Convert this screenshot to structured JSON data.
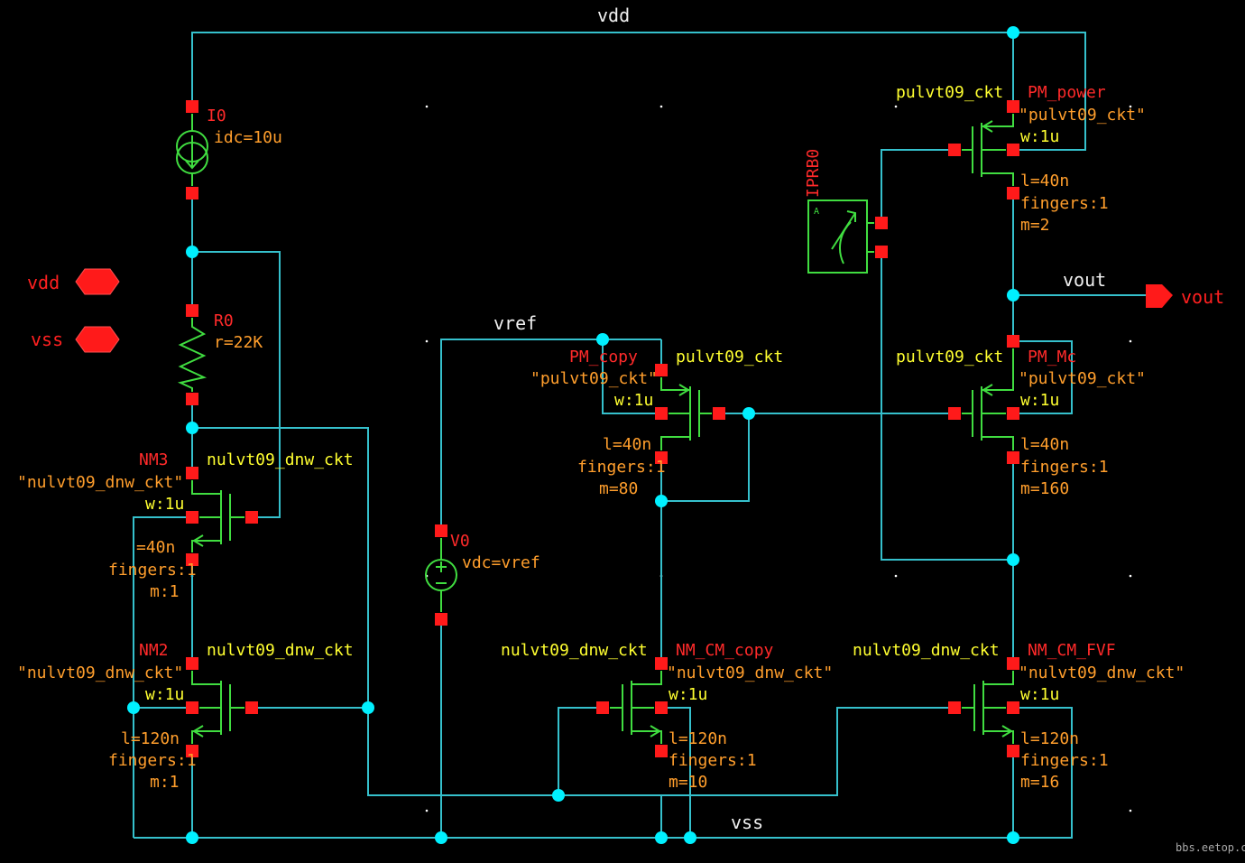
{
  "colors": {
    "background": "#000000",
    "wire": "#35c0cc",
    "symbol": "#40dd40",
    "pin": "#ff1a1a",
    "instance_name": "#ff2a2a",
    "parameter": "#ff9e2c",
    "cell_name": "#ffff30",
    "net_label": "#f0f0f0"
  },
  "nets": {
    "vdd": "vdd",
    "vss": "vss",
    "vref": "vref",
    "vout": "vout"
  },
  "pins": {
    "vdd": "vdd",
    "vss": "vss",
    "vout": "vout"
  },
  "I0": {
    "name": "I0",
    "param": "idc=10u"
  },
  "R0": {
    "name": "R0",
    "param": "r=22K"
  },
  "V0": {
    "name": "V0",
    "param": "vdc=vref"
  },
  "IPRB0": {
    "name": "IPRB0",
    "arrow": "A"
  },
  "PM_power": {
    "name": "PM_power",
    "cell": "pulvt09_ckt",
    "model": "\"pulvt09_ckt\"",
    "w": "w:1u",
    "l": "l=40n",
    "fingers": "fingers:1",
    "m": "m=2"
  },
  "PM_Mc": {
    "name": "PM_Mc",
    "cell": "pulvt09_ckt",
    "model": "\"pulvt09_ckt\"",
    "w": "w:1u",
    "l": "l=40n",
    "fingers": "fingers:1",
    "m": "m=160"
  },
  "PM_copy": {
    "name": "PM_copy",
    "cell": "pulvt09_ckt",
    "model": "\"pulvt09_ckt\"",
    "w": "w:1u",
    "l": "l=40n",
    "fingers": "fingers:1",
    "m": "m=80"
  },
  "NM3": {
    "name": "NM3",
    "cell": "nulvt09_dnw_ckt",
    "model": "\"nulvt09_dnw_ckt\"",
    "w": "w:1u",
    "l": "=40n",
    "fingers": "fingers:1",
    "m": "m:1"
  },
  "NM2": {
    "name": "NM2",
    "cell": "nulvt09_dnw_ckt",
    "model": "\"nulvt09_dnw_ckt\"",
    "w": "w:1u",
    "l": "l=120n",
    "fingers": "fingers:1",
    "m": "m:1"
  },
  "NM_CM_copy": {
    "name": "NM_CM_copy",
    "cell": "nulvt09_dnw_ckt",
    "model": "\"nulvt09_dnw_ckt\"",
    "w": "w:1u",
    "l": "l=120n",
    "fingers": "fingers:1",
    "m": "m=10"
  },
  "NM_CM_FVF": {
    "name": "NM_CM_FVF",
    "cell": "nulvt09_dnw_ckt",
    "model": "\"nulvt09_dnw_ckt\"",
    "w": "w:1u",
    "l": "l=120n",
    "fingers": "fingers:1",
    "m": "m=16"
  },
  "watermark": "bbs.eetop.cn",
  "icons": {
    "current_source": "current-source-icon",
    "resistor": "resistor-icon",
    "voltage_source": "voltage-source-icon",
    "probe": "current-probe-icon",
    "pin": "hexagon-pin-icon"
  }
}
